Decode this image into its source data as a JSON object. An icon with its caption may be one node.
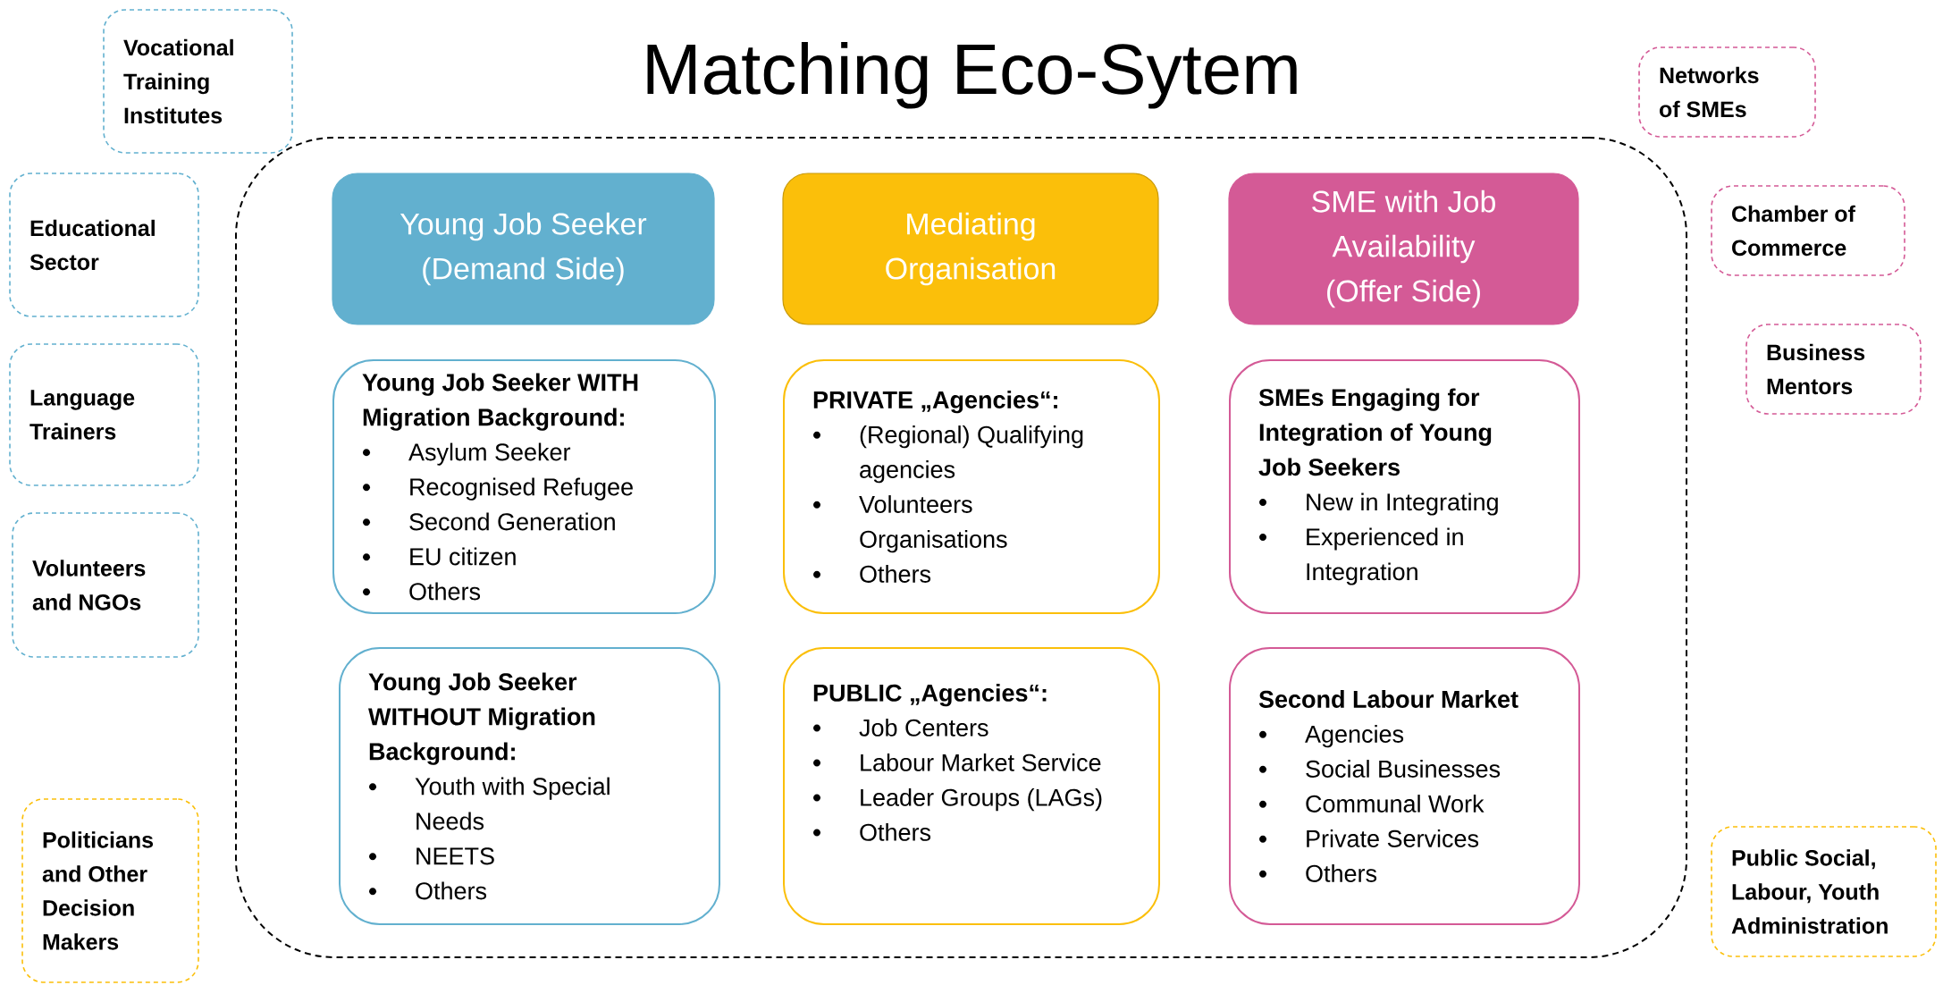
{
  "diagram": {
    "title": "Matching Eco-Sytem",
    "nodes": [
      {
        "text": [],
        "shape": "box"
      },
      {
        "text": [
          "Young Job Seeker (Demand Side)"
        ],
        "in": 0
      },
      {
        "text": [
          "Mediating Organisation"
        ],
        "in": 0
      },
      {
        "text": [
          "SME with Job Availability (Offer Side)"
        ],
        "in": 0
      },
      {
        "text": [
          "Young Job Seeker WITH Migration Background:",
          "Asylum Seeker",
          "Recognised Refugee",
          "Second Generation",
          "EU citizen",
          "Others"
        ],
        "in": 0
      },
      {
        "text": [
          "PRIVATE „Agencies“:",
          "(Regional) Qualifying agencies",
          "Volunteers Organisations",
          "Others"
        ],
        "in": 0
      },
      {
        "text": [
          "SMEs Engaging for Integration of Young Job Seekers",
          "New in Integrating",
          "Experienced in Integration"
        ],
        "in": 0
      },
      {
        "text": [
          "Young Job Seeker WITHOUT Migration Background:",
          "Youth with Special Needs",
          "NEETS",
          "Others"
        ],
        "in": 0
      },
      {
        "text": [
          "PUBLIC „Agencies“:",
          "Job Centers",
          "Labour Market Service",
          "Leader Groups (LAGs)",
          "Others"
        ],
        "in": 0
      },
      {
        "text": [
          "Second Labour Market",
          "Agencies",
          "Social Businesses",
          "Communal Work",
          "Private Services",
          "Others"
        ],
        "in": 0
      },
      {
        "text": [
          "Vocational Training Institutes"
        ]
      },
      {
        "text": [
          "Educational Sector"
        ]
      },
      {
        "text": [
          "Language Trainers"
        ]
      },
      {
        "text": [
          "Volunteers and NGOs"
        ]
      },
      {
        "text": [
          "Politicians and Other Decision Makers"
        ]
      },
      {
        "text": [
          "Networks of SMEs"
        ]
      },
      {
        "text": [
          "Chamber of Commerce"
        ]
      },
      {
        "text": [
          "Business Mentors"
        ]
      },
      {
        "text": [
          "Public Social, Labour, Youth Administration"
        ]
      }
    ]
  }
}
